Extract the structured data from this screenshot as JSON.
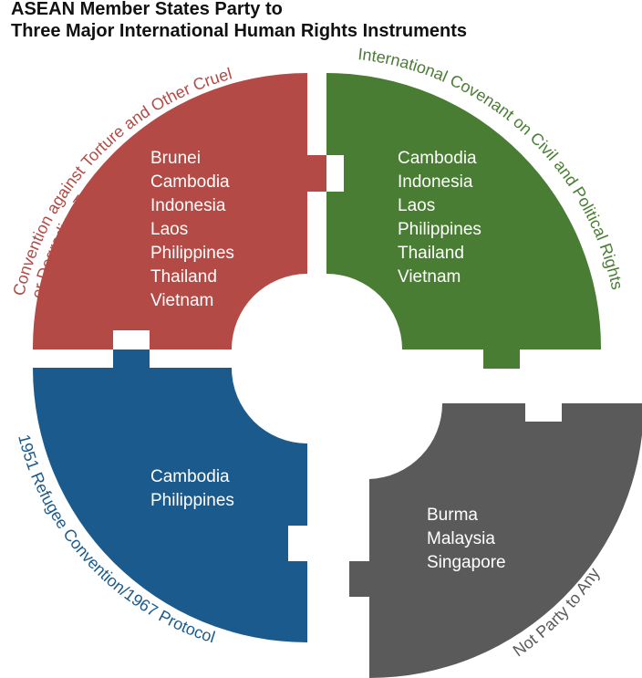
{
  "title": {
    "line1": "ASEAN Member States Party to",
    "line2": "Three Major International Human Rights Instruments"
  },
  "colors": {
    "red": "#B34A45",
    "green": "#4A7D34",
    "blue": "#1B5A8C",
    "gray": "#5A5A5A",
    "red_text": "#B34A45",
    "green_text": "#4A7D34",
    "blue_text": "#1B5A8C",
    "gray_text": "#5A5A5A"
  },
  "quadrants": {
    "torture": {
      "label_line1": "Convention against Torture and Other Cruel",
      "label_line2": "or Degrading Treatment or Punishment",
      "countries": [
        "Brunei",
        "Cambodia",
        "Indonesia",
        "Laos",
        "Philippines",
        "Thailand",
        "Vietnam"
      ]
    },
    "iccpr": {
      "label": "International Covenant on Civil and Political Rights",
      "countries": [
        "Cambodia",
        "Indonesia",
        "Laos",
        "Philippines",
        "Thailand",
        "Vietnam"
      ]
    },
    "refugee": {
      "label": "1951 Refugee Convention/1967 Protocol",
      "countries": [
        "Cambodia",
        "Philippines"
      ]
    },
    "none": {
      "label": "Not Party to Any",
      "countries": [
        "Burma",
        "Malaysia",
        "Singapore"
      ]
    }
  }
}
